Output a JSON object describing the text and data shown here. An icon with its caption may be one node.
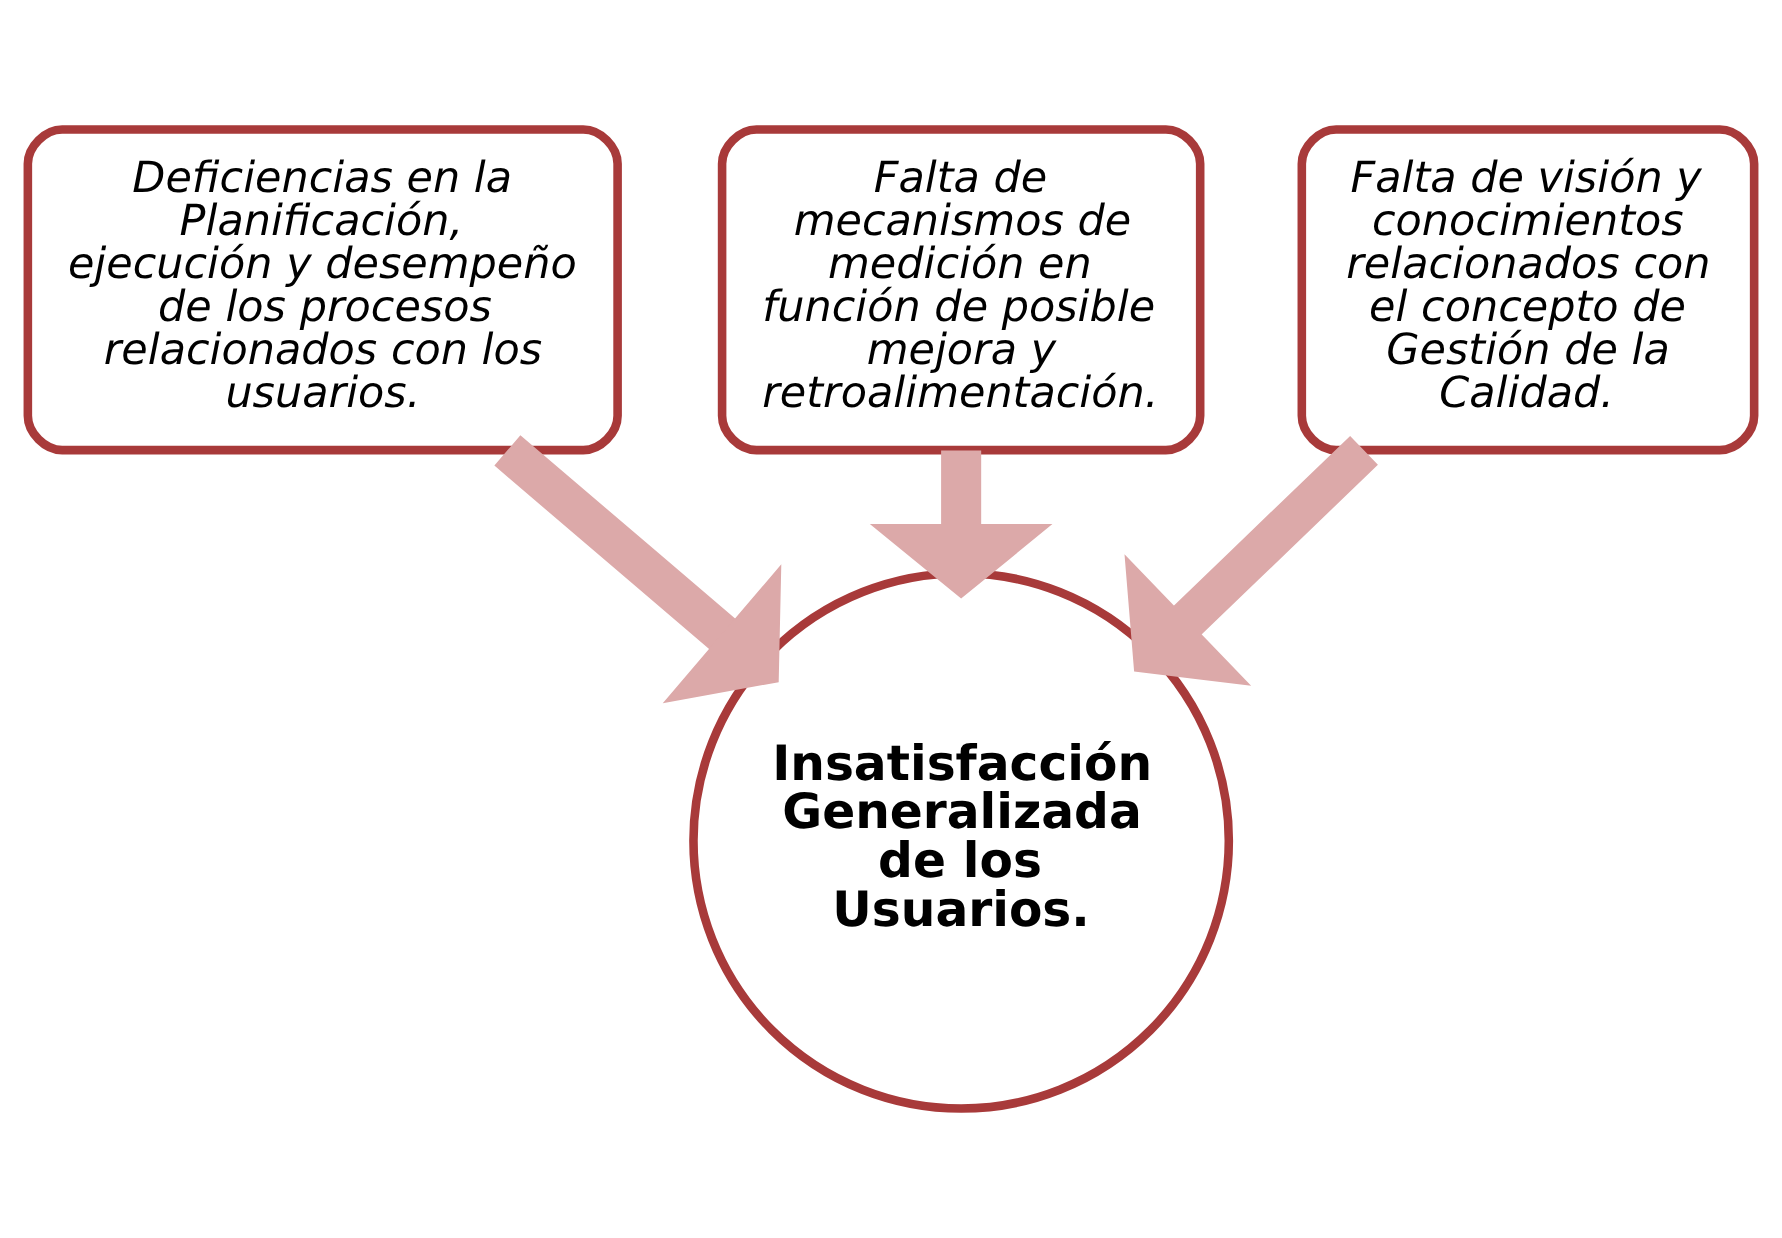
{
  "diagram": {
    "nodes": [
      {
        "text": [
          "Deficiencias en la Planificación, ejecución y desempeño de los procesos relacionados con los usuarios."
        ]
      },
      {
        "text": [
          "Falta de mecanismos de medición en función de posible mejora y retroalimentación."
        ]
      },
      {
        "text": [
          "Falta de visión y conocimientos relacionados con el concepto de Gestión de la Calidad."
        ]
      },
      {
        "text": [
          "Insatisfacción Generalizada de los Usuarios."
        ]
      }
    ],
    "edges": [
      {
        "from": 0,
        "to": 3,
        "arrow": "to"
      },
      {
        "from": 1,
        "to": 3,
        "arrow": "to"
      },
      {
        "from": 2,
        "to": 3,
        "arrow": "to"
      }
    ]
  }
}
